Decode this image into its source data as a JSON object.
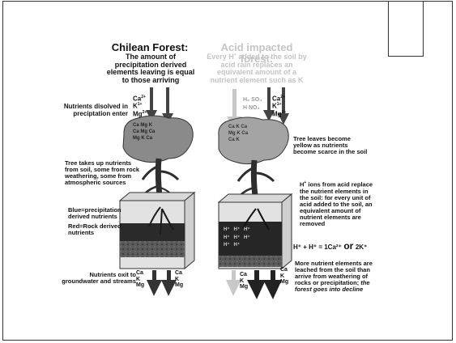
{
  "left": {
    "title": "Chilean Forest:",
    "subtitle": "The amount of precipitation derived elements leaving is equal to those arriving",
    "ion1": "Ca",
    "ion1_sup": "2+",
    "ion2": "K",
    "ion2_sup": "1+",
    "ion3": "Mg",
    "ion3_sup": "2+",
    "label_precip": "Nutrients disolved in preciptation enter",
    "label_uptake": "Tree takes up nutrients from soil, some from rock weathering, some from atmospheric sources",
    "label_blue": "Blue=precipitation derived nutrients",
    "label_red": "Red=Rock derived nutrients",
    "label_exit": "Nutrients oxit to groundwater and streams",
    "canopy_ions": [
      "Ca",
      "Mg",
      "K",
      "Ca",
      "Mg",
      "Ca",
      "Mg",
      "K",
      "Ca"
    ],
    "exit_ions_left": [
      "Ca",
      "K",
      "Mg"
    ],
    "exit_ions_right": [
      "Ca",
      "K",
      "Mg"
    ]
  },
  "right": {
    "title": "Acid impacted forest:",
    "subtitle_pre": "Every H",
    "subtitle_sup": "+",
    "subtitle_post": " added to the soil by acid rain replaces an equivalent amount of a nutrient element such as K",
    "acid1": "H₂ SO₄",
    "acid2": "H NO₃",
    "ion1": "Ca",
    "ion1_sup": "2+",
    "ion2": "K",
    "ion2_sup": "1+",
    "ion3": "Mg",
    "ion3_sup": "2+",
    "label_yellow": "Tree leaves become yellow as nutrients become scarce in the soil",
    "label_hplus_pre": "H",
    "label_hplus_sup": "+",
    "label_hplus_post": " ions from acid replace the nutrient elements in the soil: for every unit of acid added to the soil, an equivalent amount of nutrient elements are removed",
    "equation_lhs": "H⁺ + H⁺ = 1Ca²⁺",
    "equation_or": "or",
    "equation_rhs": "2K⁺",
    "label_leach": "More nutrient elements are leached from the soil than arrive from weathering of rocks or precipitation;",
    "label_leach_italic": "the forest goes into decline",
    "soil_hplus": [
      "H⁺",
      "H⁺",
      "H⁺",
      "H⁺",
      "H⁺",
      "H⁺",
      "H⁺",
      "H⁺"
    ],
    "canopy_ions": [
      "Ca",
      "K",
      "Ca",
      "Mg",
      "K",
      "Ca",
      "Ca",
      "K"
    ],
    "exit_ions_left": [
      "Ca",
      "K",
      "Mg"
    ],
    "exit_ions_right": [
      "Ca",
      "K",
      "Mg"
    ]
  }
}
